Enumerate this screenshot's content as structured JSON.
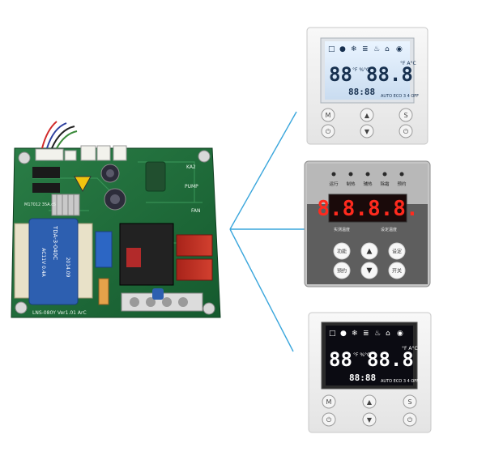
{
  "pcb": {
    "silk_model": "TDA-3-040C",
    "silk_line1": "M17012 35A.c5",
    "silk_line2": "AC11V 0.4A",
    "silk_date": "2014.09",
    "silk_pump": "PUMP",
    "silk_fan": "FAN",
    "silk_ka2": "KA2",
    "silk_bottom": "LNS-080Y Ver1.01 ArC",
    "colors": {
      "board": "#1f6b3a",
      "transformer": "#2d5fb0",
      "relay": "#c0392b"
    }
  },
  "panel_top": {
    "status_icons": [
      "□",
      "●",
      "❄",
      "≣",
      "♨",
      "⌂",
      "◉"
    ],
    "digits_left": "88",
    "unit_left": "°F %°C",
    "digits_right": "88.8",
    "unit_right": "°F A°C",
    "bottom_digits": "88:88",
    "bottom_text": "AUTO ECO 3 4 OFF",
    "buttons": [
      "M",
      "▲",
      "S",
      "⏻",
      "▼",
      "⏻"
    ]
  },
  "panel_mid": {
    "indicator_labels": [
      "运行",
      "制热",
      "辅热",
      "除霜",
      "预约"
    ],
    "display_value": "8.8.8.8.",
    "label_left": "实测温度",
    "label_right": "设定温度",
    "buttons": [
      "功能",
      "▲",
      "设定",
      "预约",
      "▼",
      "开关"
    ]
  },
  "panel_bottom": {
    "status_icons": [
      "□",
      "●",
      "❄",
      "≣",
      "♨",
      "⌂",
      "◉"
    ],
    "digits_left": "88",
    "unit_left": "°F %°C",
    "digits_right": "88.8",
    "unit_right": "°F A°C",
    "bottom_digits": "88:88",
    "bottom_text": "AUTO ECO 3 4 OFF",
    "buttons": [
      "M",
      "▲",
      "S",
      "⏻",
      "▼",
      "⏻"
    ]
  },
  "connector_color": "#3aa6dc"
}
